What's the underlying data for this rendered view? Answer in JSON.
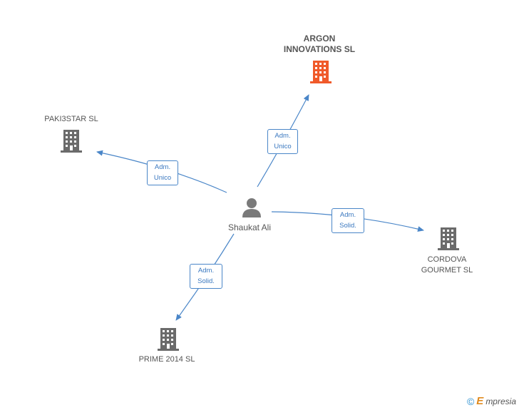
{
  "colors": {
    "edge": "#4a86c8",
    "building": "#6b6b6b",
    "building_highlight": "#f05a2a",
    "person": "#7a7a7a"
  },
  "person": {
    "name": "Shaukat Ali",
    "icon": "person-icon"
  },
  "companies": [
    {
      "id": "argon",
      "name": "ARGON\nINNOVATIONS SL",
      "highlight": true,
      "icon": "building-icon"
    },
    {
      "id": "pakistar",
      "name": "PAKI3STAR SL",
      "highlight": false,
      "icon": "building-icon"
    },
    {
      "id": "cordova",
      "name": "CORDOVA\nGOURMET SL",
      "highlight": false,
      "icon": "building-icon"
    },
    {
      "id": "prime",
      "name": "PRIME 2014  SL",
      "highlight": false,
      "icon": "building-icon"
    }
  ],
  "relations": [
    {
      "to": "argon",
      "label": "Adm.\nUnico"
    },
    {
      "to": "pakistar",
      "label": "Adm.\nUnico"
    },
    {
      "to": "cordova",
      "label": "Adm.\nSolid."
    },
    {
      "to": "prime",
      "label": "Adm.\nSolid."
    }
  ],
  "footer": {
    "copyright": "©",
    "brand_first": "E",
    "brand_rest": "mpresia"
  }
}
